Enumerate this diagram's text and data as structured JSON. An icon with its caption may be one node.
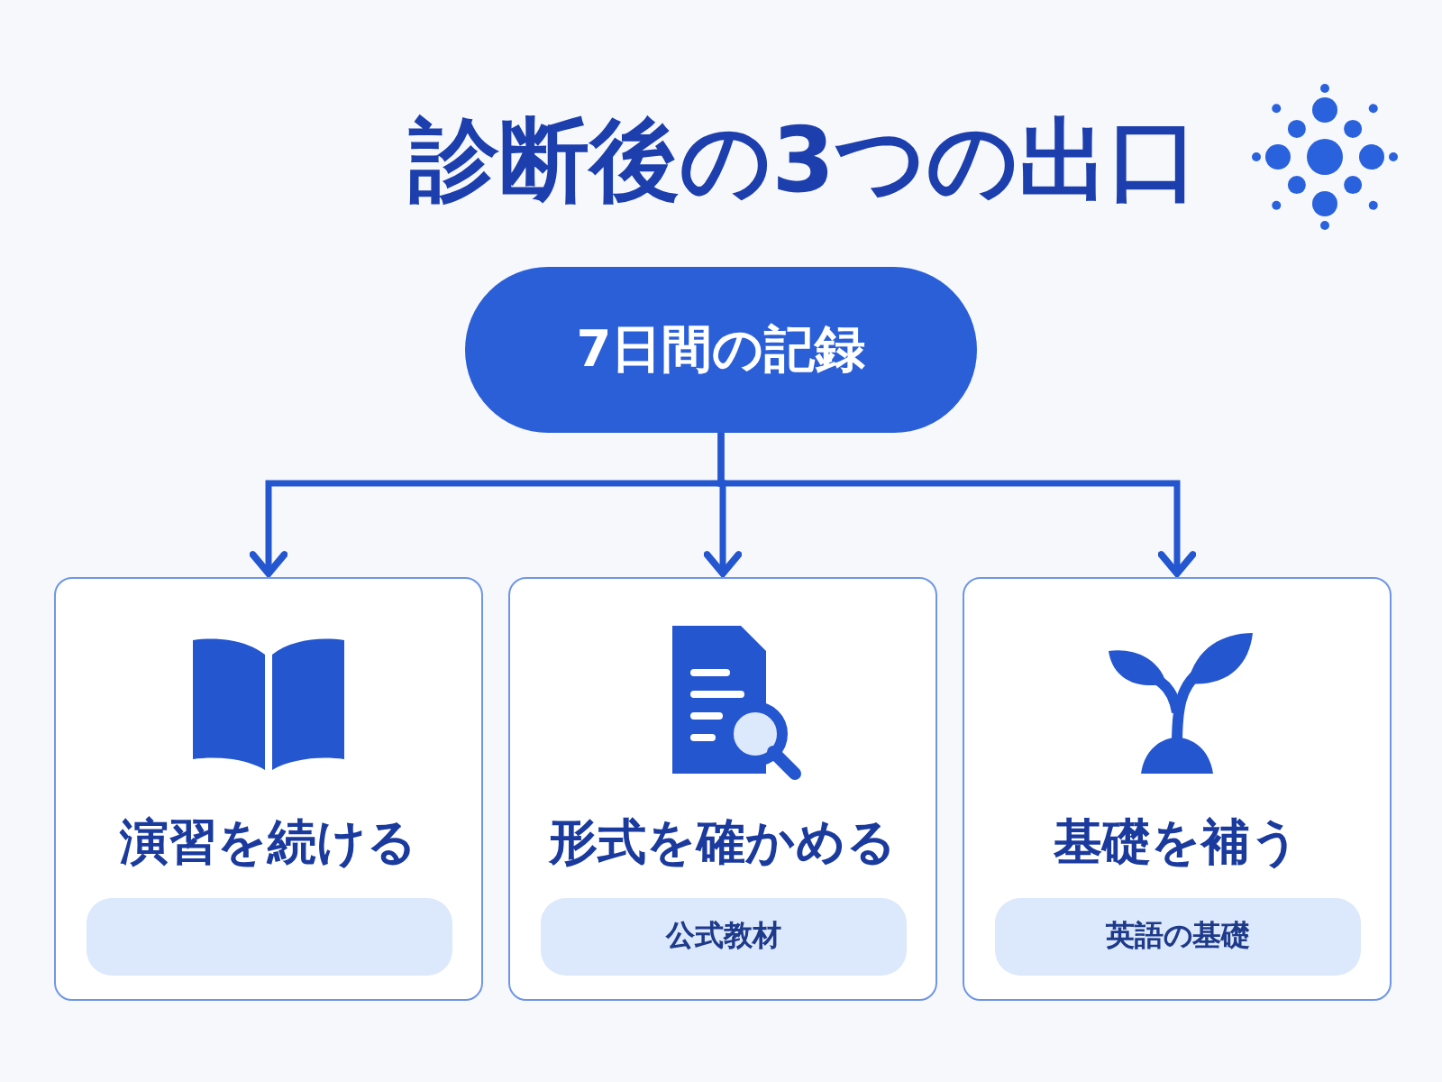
{
  "diagram": {
    "title": "診断後の3つの出口",
    "nodes": [
      {
        "text": [
          "7日間の記録"
        ]
      },
      {
        "text": [
          "演習を続ける"
        ]
      },
      {
        "text": [],
        "shape": "box",
        "in": 1
      },
      {
        "text": [
          "形式を確かめる"
        ]
      },
      {
        "text": [
          "公式教材"
        ],
        "in": 3
      },
      {
        "text": [
          "基礎を補う"
        ]
      },
      {
        "text": [
          "英語の基礎"
        ],
        "in": 5
      }
    ],
    "edges": [
      {
        "from": 0,
        "to": 1,
        "arrow": "to"
      },
      {
        "from": 0,
        "to": 3,
        "arrow": "to"
      },
      {
        "from": 0,
        "to": 5,
        "arrow": "to"
      }
    ]
  }
}
